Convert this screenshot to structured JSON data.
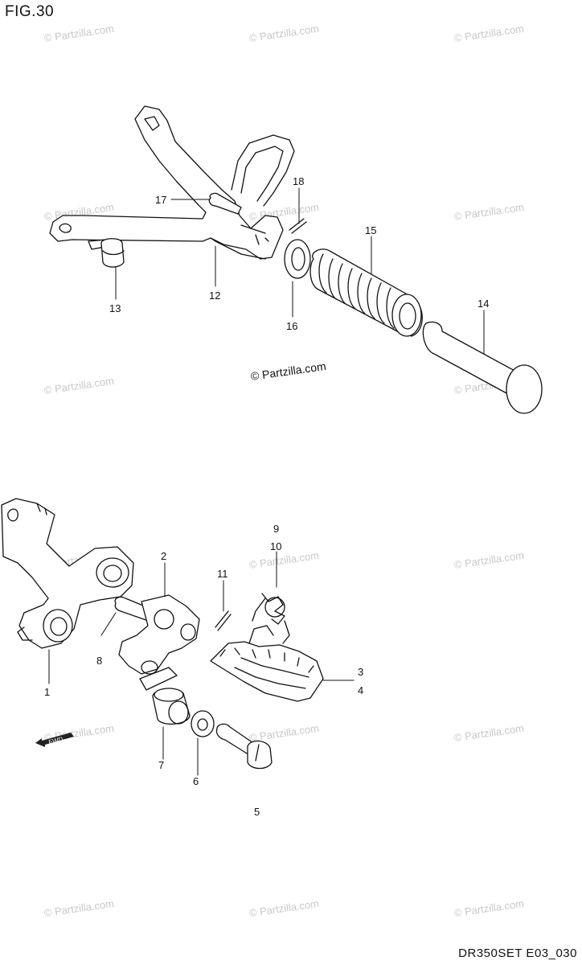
{
  "figure": {
    "title": "FIG.30",
    "code": "DR350SET E03_030"
  },
  "copyright": "© Partzilla.com",
  "watermark": "© Partzilla.com",
  "fwd_label": "FWD",
  "callouts": [
    {
      "id": "c17",
      "label": "17"
    },
    {
      "id": "c18",
      "label": "18"
    },
    {
      "id": "c15",
      "label": "15"
    },
    {
      "id": "c13",
      "label": "13"
    },
    {
      "id": "c12",
      "label": "12"
    },
    {
      "id": "c16",
      "label": "16"
    },
    {
      "id": "c14",
      "label": "14"
    },
    {
      "id": "c9",
      "label": "9"
    },
    {
      "id": "c10",
      "label": "10"
    },
    {
      "id": "c2",
      "label": "2"
    },
    {
      "id": "c11",
      "label": "11"
    },
    {
      "id": "c8",
      "label": "8"
    },
    {
      "id": "c1",
      "label": "1"
    },
    {
      "id": "c3",
      "label": "3"
    },
    {
      "id": "c4",
      "label": "4"
    },
    {
      "id": "c7",
      "label": "7"
    },
    {
      "id": "c6",
      "label": "6"
    },
    {
      "id": "c5",
      "label": "5"
    }
  ]
}
